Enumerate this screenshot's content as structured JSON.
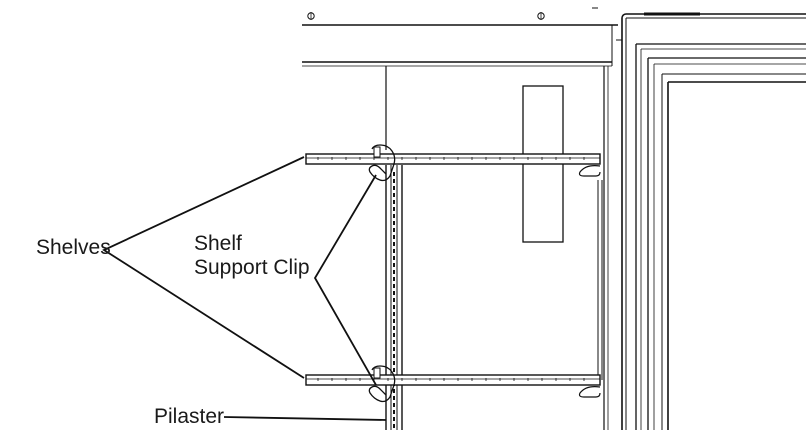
{
  "callouts": {
    "shelves": "Shelves",
    "shelf_support_clip_line1": "Shelf",
    "shelf_support_clip_line2": "Support Clip",
    "pilaster": "Pilaster"
  }
}
